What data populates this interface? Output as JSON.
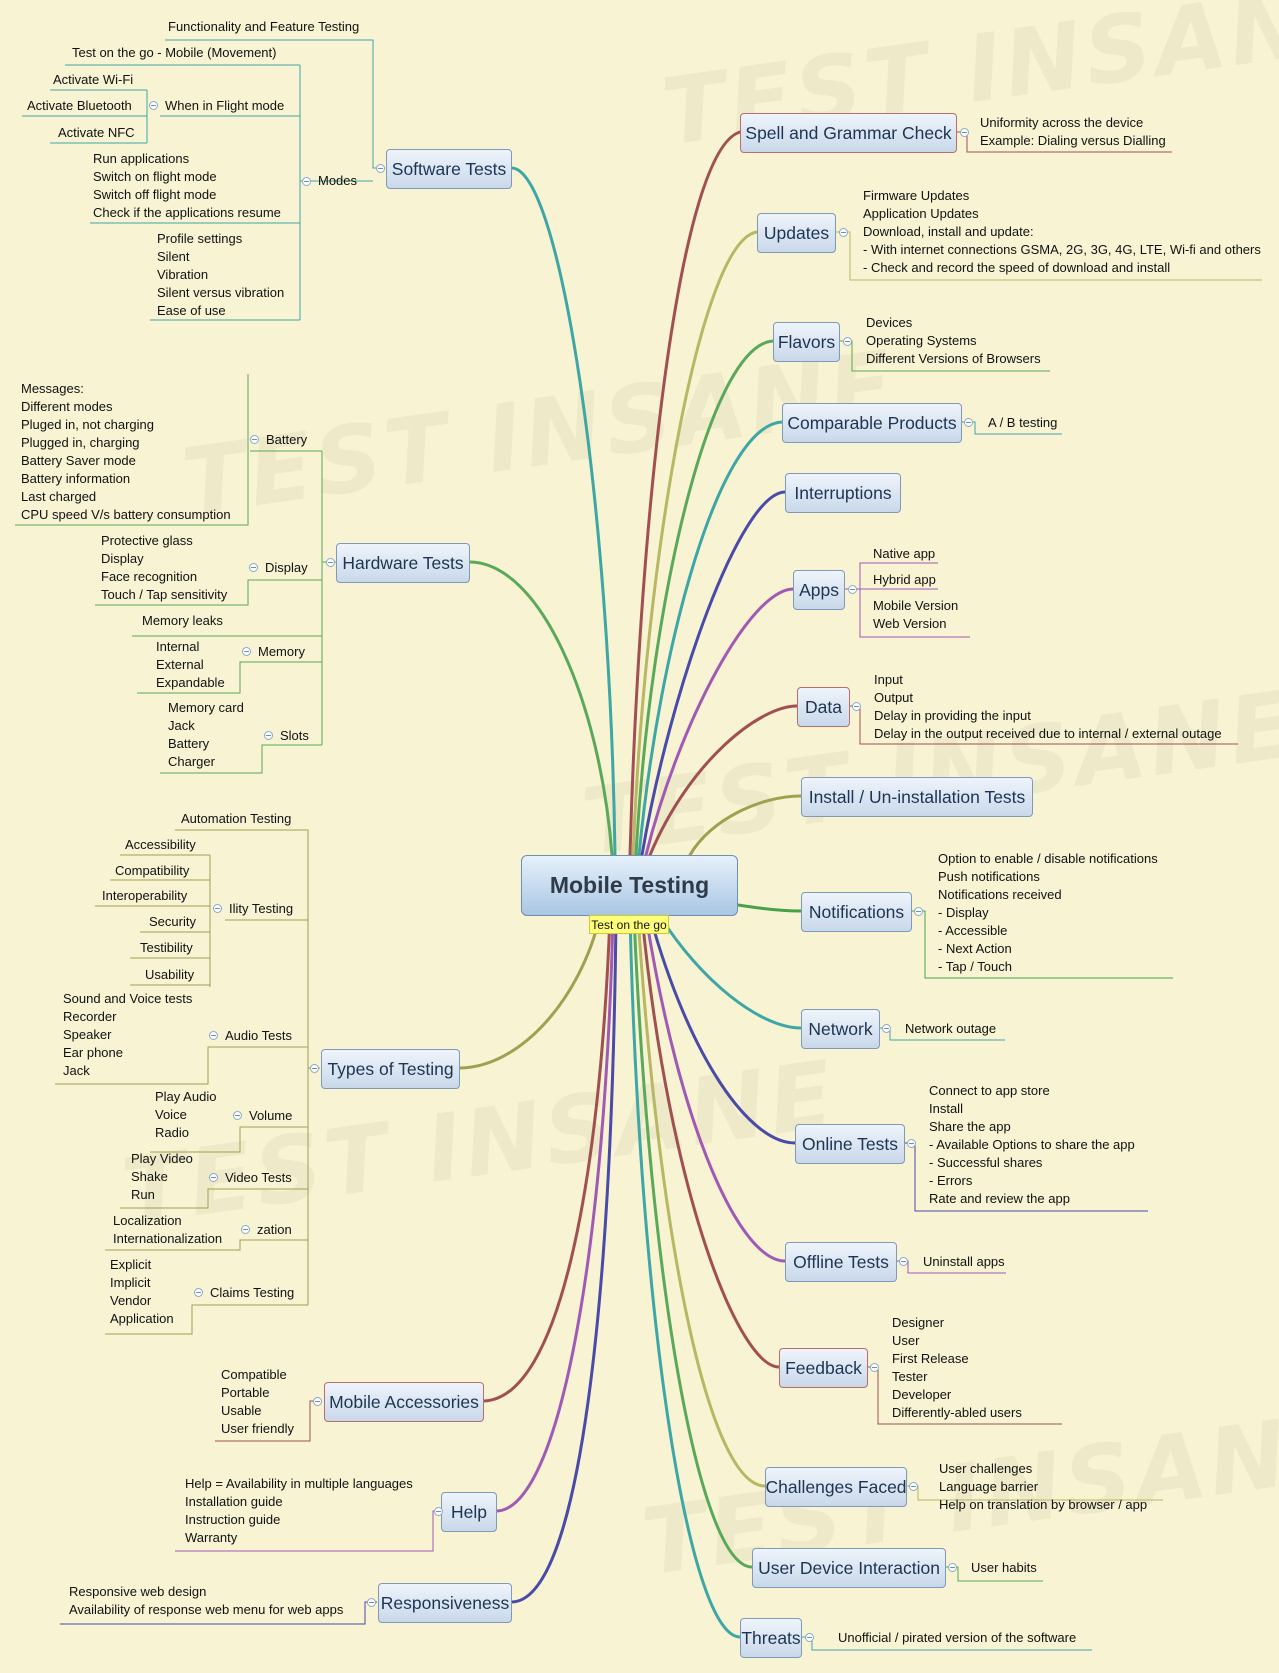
{
  "watermark": "TEST INSANE",
  "colors": {
    "background": "#f7f3d3",
    "node_border": "#7f9ab9",
    "note_fill": "#ffff79"
  },
  "central": {
    "title": "Mobile Testing",
    "note": "Test on the go"
  },
  "left": {
    "software_tests": {
      "label": "Software Tests",
      "functionality": "Functionality and Feature Testing",
      "test_on_go": "Test on the go - Mobile (Movement)",
      "modes": "Modes",
      "flight_mode": "When in Flight mode",
      "activate_wifi": "Activate Wi-Fi",
      "activate_bluetooth": "Activate Bluetooth",
      "activate_nfc": "Activate NFC",
      "run_apps": "Run applications\nSwitch on flight mode\nSwitch off flight mode\nCheck if the applications resume",
      "profile": "Profile settings\nSilent\nVibration\nSilent versus vibration\nEase of use"
    },
    "hardware_tests": {
      "label": "Hardware Tests",
      "battery": "Battery",
      "battery_items": "Messages:\nDifferent modes\nPluged in, not charging\nPlugged in, charging\nBattery Saver mode\nBattery information\nLast charged\nCPU speed V/s battery consumption",
      "display": "Display",
      "display_items": "Protective glass\nDisplay\nFace recognition\nTouch / Tap sensitivity",
      "memory": "Memory",
      "memory_leaks": "Memory leaks",
      "memory_items": "Internal\nExternal\nExpandable",
      "slots": "Slots",
      "slots_items": "Memory card\nJack\nBattery\nCharger"
    },
    "types_of_testing": {
      "label": "Types of Testing",
      "automation": "Automation Testing",
      "ility": "Ility Testing",
      "accessibility": "Accessibility",
      "compatibility": "Compatibility",
      "interoperability": "Interoperability",
      "security": "Security",
      "testibility": "Testibility",
      "usability": "Usability",
      "audio": "Audio Tests",
      "audio_items": "Sound and Voice tests\nRecorder\nSpeaker\nEar phone\nJack",
      "volume": "Volume",
      "volume_items": "Play Audio\nVoice\nRadio",
      "video": "Video Tests",
      "video_items": "Play Video\nShake\nRun",
      "zation": "zation",
      "zation_items": "Localization\nInternationalization",
      "claims": "Claims Testing",
      "claims_items": "Explicit\nImplicit\nVendor\nApplication"
    },
    "mobile_accessories": {
      "label": "Mobile Accessories",
      "items": "Compatible\nPortable\nUsable\nUser friendly"
    },
    "help": {
      "label": "Help",
      "items": "Help = Availability in multiple languages\nInstallation guide\nInstruction guide\nWarranty"
    },
    "responsiveness": {
      "label": "Responsiveness",
      "items": "Responsive web design\nAvailability of response web menu for web apps"
    }
  },
  "right": {
    "spell": {
      "label": "Spell and Grammar Check",
      "items": "Uniformity across the device\nExample: Dialing versus Dialling"
    },
    "updates": {
      "label": "Updates",
      "items": "Firmware Updates\nApplication Updates\nDownload, install and update:\n- With internet connections GSMA, 2G, 3G, 4G, LTE, Wi-fi and others\n- Check and record the speed of download and install"
    },
    "flavors": {
      "label": "Flavors",
      "items": "Devices\nOperating Systems\nDifferent Versions of Browsers"
    },
    "comparable": {
      "label": "Comparable Products",
      "items": "A / B testing"
    },
    "interruptions": {
      "label": "Interruptions"
    },
    "apps": {
      "label": "Apps",
      "native": "Native app",
      "hybrid": "Hybrid app",
      "mobile_web": "Mobile Version\nWeb Version"
    },
    "data": {
      "label": "Data",
      "items": "Input\nOutput\nDelay in providing the input\nDelay in the output received due to internal / external outage"
    },
    "install": {
      "label": "Install / Un-installation Tests"
    },
    "notifications": {
      "label": "Notifications",
      "items": "Option to enable / disable notifications\nPush notifications\nNotifications received\n- Display\n- Accessible\n- Next Action\n- Tap / Touch"
    },
    "network": {
      "label": "Network",
      "items": "Network outage"
    },
    "online": {
      "label": "Online Tests",
      "items": "Connect to app store\nInstall\nShare the app\n- Available Options to share the app\n- Successful shares\n- Errors\nRate and review the app"
    },
    "offline": {
      "label": "Offline Tests",
      "items": "Uninstall apps"
    },
    "feedback": {
      "label": "Feedback",
      "items": "Designer\nUser\nFirst Release\nTester\nDeveloper\nDifferently-abled users"
    },
    "challenges": {
      "label": "Challenges Faced",
      "items": "User challenges\nLanguage barrier\nHelp on translation by browser / app"
    },
    "udi": {
      "label": "User Device Interaction",
      "items": "User habits"
    },
    "threats": {
      "label": "Threats",
      "items": "Unofficial / pirated version of the software"
    }
  }
}
